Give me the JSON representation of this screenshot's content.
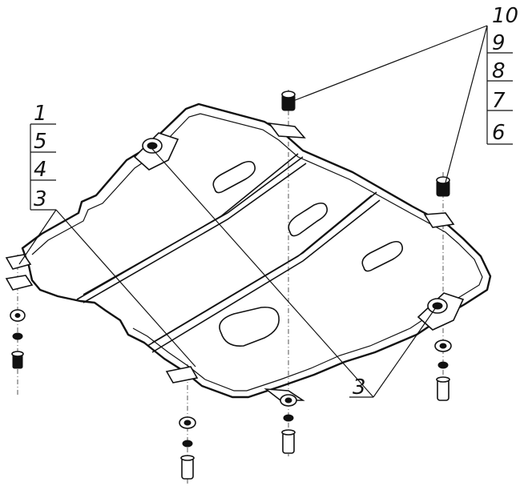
{
  "labels": {
    "left_stack": [
      "1",
      "5",
      "4",
      "3"
    ],
    "right_stack": [
      "10",
      "9",
      "8",
      "7",
      "6"
    ],
    "bottom_callout": "3"
  }
}
